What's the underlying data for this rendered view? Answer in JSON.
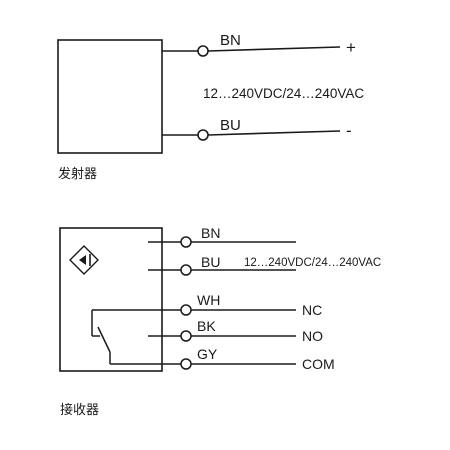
{
  "emitter": {
    "caption": "发射器",
    "wires": [
      {
        "label": "BN",
        "terminal": "+"
      },
      {
        "label": "BU",
        "terminal": "-"
      }
    ],
    "supply": "12…240VDC/24…240VAC"
  },
  "receiver": {
    "caption": "接收器",
    "supply": "12…240VDC/24…240VAC",
    "wires": [
      {
        "label": "BN",
        "terminal": ""
      },
      {
        "label": "BU",
        "terminal": ""
      },
      {
        "label": "WH",
        "terminal": "NC"
      },
      {
        "label": "BK",
        "terminal": "NO"
      },
      {
        "label": "GY",
        "terminal": "COM"
      }
    ]
  },
  "colors": {
    "line": "#1a1a1a",
    "background": "#ffffff"
  }
}
